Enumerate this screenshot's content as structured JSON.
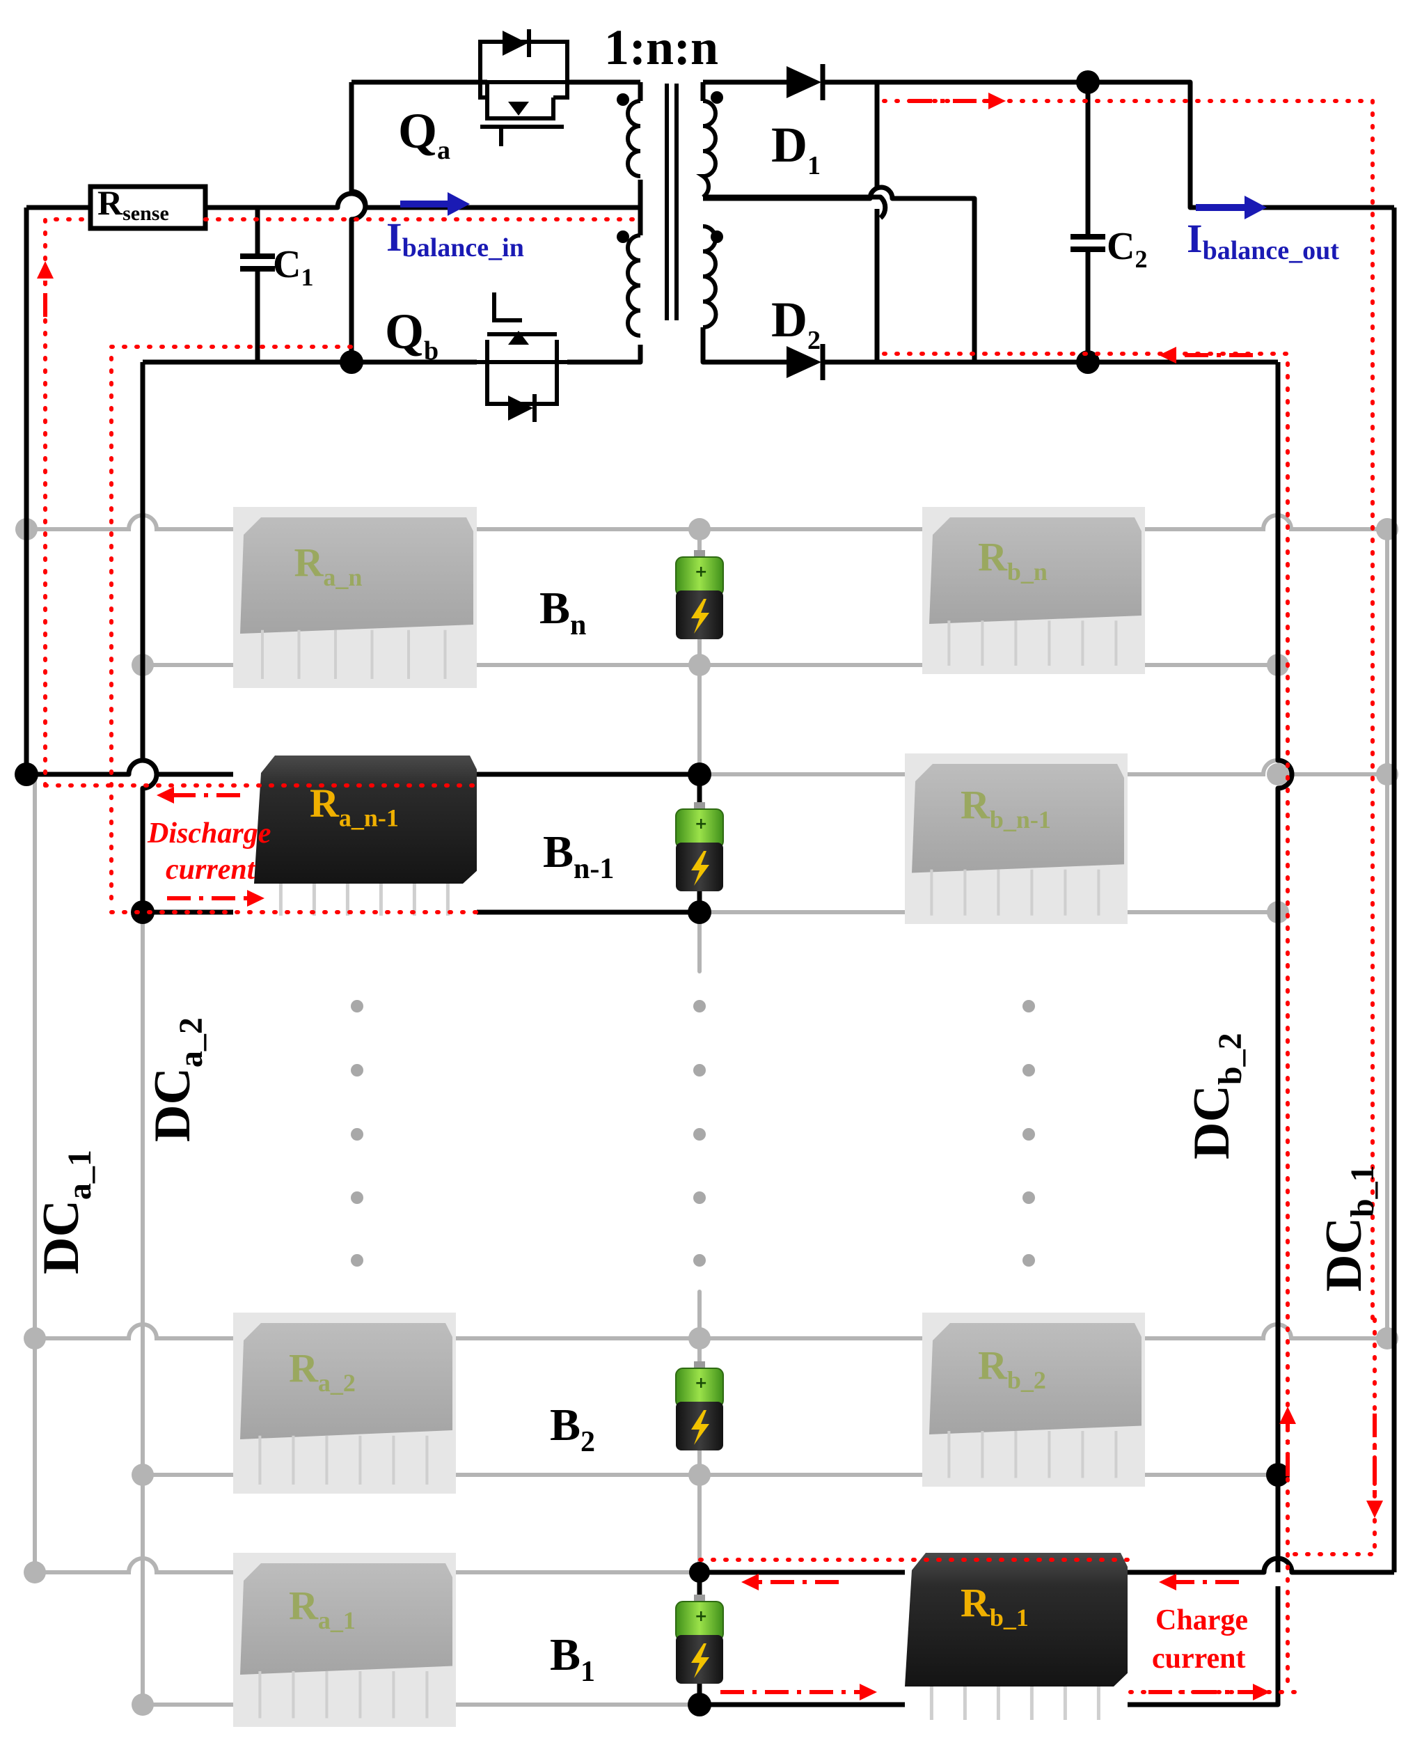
{
  "transformer": {
    "ratio": "1:n:n"
  },
  "switches": [
    {
      "id": "Qa",
      "main": "Q",
      "sub": "a"
    },
    {
      "id": "Qb",
      "main": "Q",
      "sub": "b"
    }
  ],
  "diodes": [
    {
      "id": "D1",
      "main": "D",
      "sub": "1"
    },
    {
      "id": "D2",
      "main": "D",
      "sub": "2"
    }
  ],
  "capacitors": [
    {
      "id": "C1",
      "main": "C",
      "sub": "1"
    },
    {
      "id": "C2",
      "main": "C",
      "sub": "2"
    }
  ],
  "sense_resistor": {
    "main": "R",
    "sub": "sense"
  },
  "currents": {
    "in": {
      "main": "I",
      "sub": "balance_in"
    },
    "out": {
      "main": "I",
      "sub": "balance_out"
    }
  },
  "cells": [
    {
      "main": "B",
      "sub": "n",
      "active": false
    },
    {
      "main": "B",
      "sub": "n-1",
      "active": true
    },
    {
      "main": "B",
      "sub": "2",
      "active": false
    },
    {
      "main": "B",
      "sub": "1",
      "active": true
    }
  ],
  "relays_a": [
    {
      "main": "R",
      "sub": "a_n",
      "active": false
    },
    {
      "main": "R",
      "sub": "a_n-1",
      "active": true
    },
    {
      "main": "R",
      "sub": "a_2",
      "active": false
    },
    {
      "main": "R",
      "sub": "a_1",
      "active": false
    }
  ],
  "relays_b": [
    {
      "main": "R",
      "sub": "b_n",
      "active": false
    },
    {
      "main": "R",
      "sub": "b_n-1",
      "active": false
    },
    {
      "main": "R",
      "sub": "b_2",
      "active": false
    },
    {
      "main": "R",
      "sub": "b_1",
      "active": true
    }
  ],
  "buses": {
    "dca1": {
      "main": "DC",
      "sub": "a_1"
    },
    "dca2": {
      "main": "DC",
      "sub": "a_2"
    },
    "dcb1": {
      "main": "DC",
      "sub": "b_1"
    },
    "dcb2": {
      "main": "DC",
      "sub": "b_2"
    }
  },
  "annotations": {
    "discharge_line1": "Discharge",
    "discharge_line2": "current",
    "charge_line1": "Charge",
    "charge_line2": "current"
  },
  "colors": {
    "wire_active": "#000000",
    "wire_inactive": "#b4b4b4",
    "current_path": "#ff0000",
    "current_label": "#1a1ab4",
    "relay_active_text": "#f0b000",
    "relay_inactive_text": "#9aa860"
  }
}
